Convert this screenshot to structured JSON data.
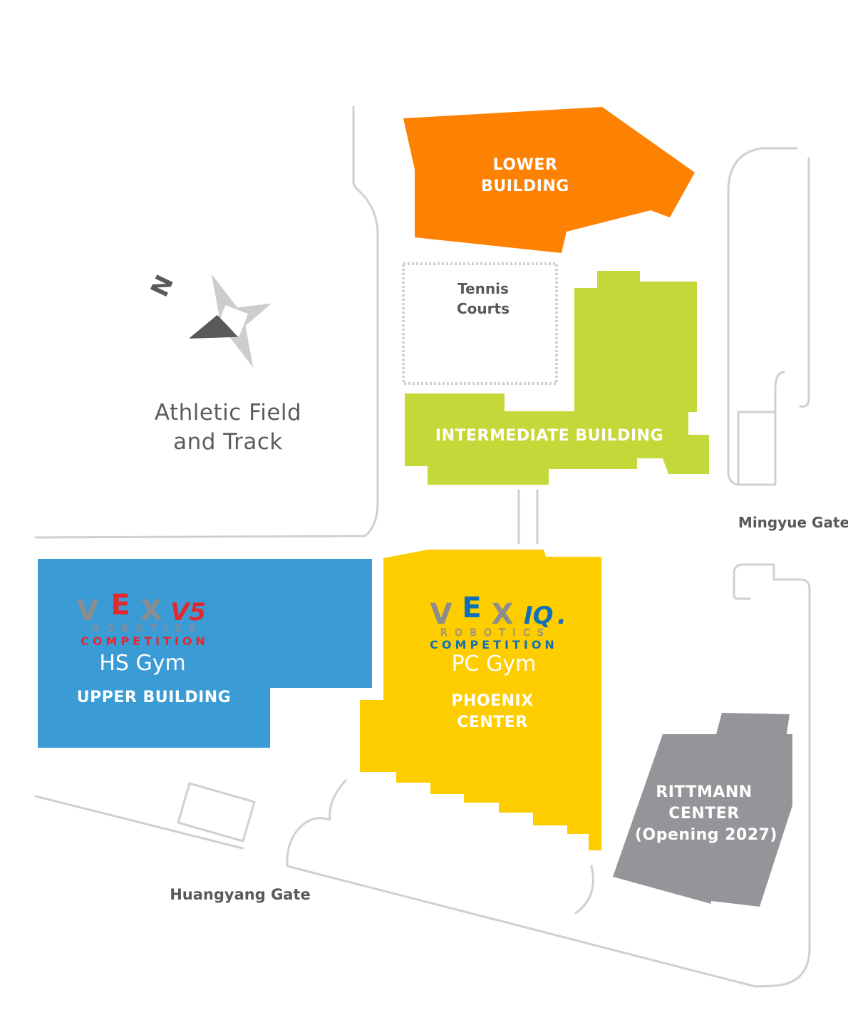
{
  "colors": {
    "path_outline": "#cfd0d2",
    "lower_building": "#fd8204",
    "intermediate_building": "#c4d83a",
    "upper_building": "#3a9bd5",
    "phoenix_center": "#fdcd00",
    "rittmann_center": "#939598",
    "compass_light": "#cccdcf",
    "compass_dark": "#58595b",
    "vex_grey": "#8c8d8f",
    "vex_v5_red": "#e02a30",
    "vex_iq_blue": "#0f6fb8"
  },
  "buildings": {
    "lower": {
      "line1": "LOWER",
      "line2": "BUILDING"
    },
    "intermediate": {
      "label": "INTERMEDIATE BUILDING"
    },
    "upper": {
      "label": "UPPER BUILDING",
      "gym": "HS Gym",
      "logo": {
        "word_left": "V",
        "word_e": "E",
        "word_right": "X",
        "badge": "V5",
        "robotics": "ROBOTICS",
        "competition": "COMPETITION",
        "icon": "vex-v5-competition-logo"
      }
    },
    "phoenix": {
      "line1": "PHOENIX",
      "line2": "CENTER",
      "gym": "PC Gym",
      "logo": {
        "word_left": "V",
        "word_e": "E",
        "word_right": "X",
        "badge": "IQ",
        "badge_dot": ".",
        "robotics": "ROBOTICS",
        "competition": "COMPETITION",
        "icon": "vex-iq-competition-logo"
      }
    },
    "rittmann": {
      "line1": "RITTMANN",
      "line2": "CENTER",
      "line3": "(Opening 2027)"
    }
  },
  "areas": {
    "tennis": {
      "line1": "Tennis",
      "line2": "Courts"
    },
    "athletic": {
      "line1": "Athletic Field",
      "line2": "and Track"
    }
  },
  "gates": {
    "mingyue": "Mingyue Gate",
    "huangyang": "Huangyang Gate"
  },
  "compass": {
    "letter": "N",
    "icon": "north-arrow-compass-icon"
  }
}
